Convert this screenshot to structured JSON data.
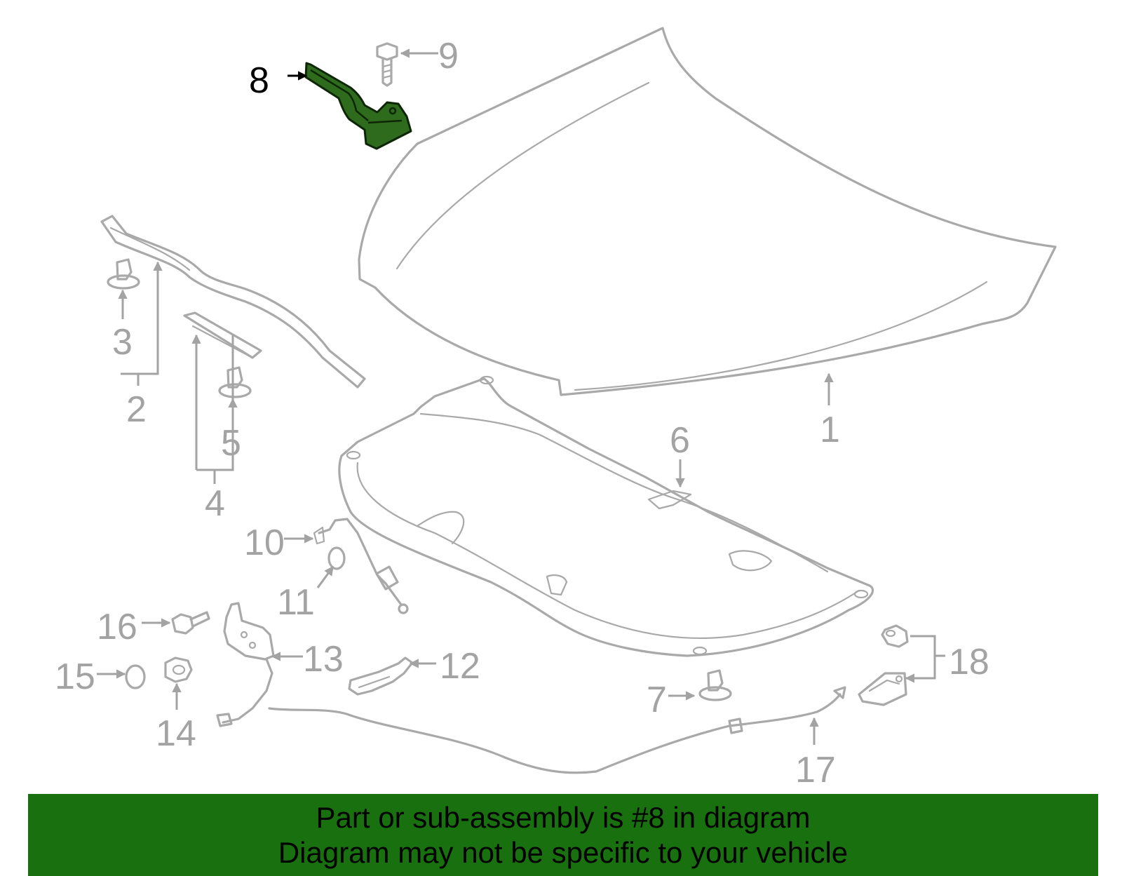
{
  "diagram": {
    "highlight_color": "#2e6b1c",
    "callouts": {
      "c1": "1",
      "c2": "2",
      "c3": "3",
      "c4": "4",
      "c5": "5",
      "c6": "6",
      "c7": "7",
      "c8": "8",
      "c9": "9",
      "c10": "10",
      "c11": "11",
      "c12": "12",
      "c13": "13",
      "c14": "14",
      "c15": "15",
      "c16": "16",
      "c17": "17",
      "c18": "18"
    }
  },
  "footer": {
    "background": "#19700f",
    "line1": "Part or sub-assembly is #8 in diagram",
    "line2": "Diagram may not be specific to your vehicle"
  }
}
